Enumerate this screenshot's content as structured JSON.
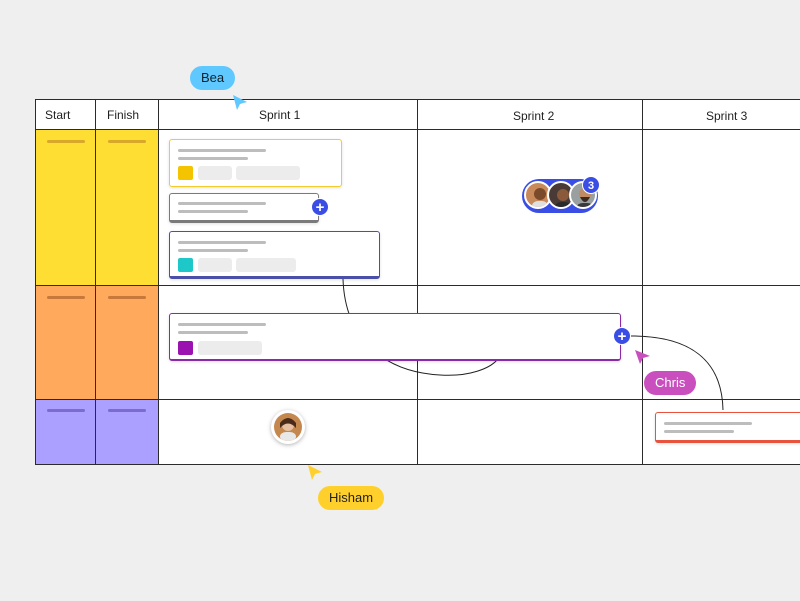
{
  "board": {
    "columns": [
      "Start",
      "Finish",
      "Sprint 1",
      "Sprint 2",
      "Sprint 3"
    ],
    "rows": [
      {
        "color": "#ffde33",
        "stub": "#d8a82a"
      },
      {
        "color": "#ffa95c",
        "stub": "#c8783a"
      },
      {
        "color": "#ab9fff",
        "stub": "#7b6ad0"
      }
    ]
  },
  "cards": {
    "card1": {
      "border": "#f4cb2a",
      "square": "#f5c400"
    },
    "card2": {
      "border": "#7a7a7a"
    },
    "card3": {
      "border": "#4a4fa8",
      "square": "#1ec8c8"
    },
    "card4": {
      "border": "#8a2aa8",
      "square": "#9a12b0"
    },
    "card5": {
      "border": "#e8533e"
    }
  },
  "collaborators": {
    "bea": {
      "name": "Bea",
      "color": "#5ec8ff"
    },
    "chris": {
      "name": "Chris",
      "color": "#c94fbf"
    },
    "hisham": {
      "name": "Hisham",
      "color": "#ffd02b"
    }
  },
  "comment_badge": {
    "count": "3",
    "color": "#3a4ee6"
  },
  "add_button_label": "+"
}
